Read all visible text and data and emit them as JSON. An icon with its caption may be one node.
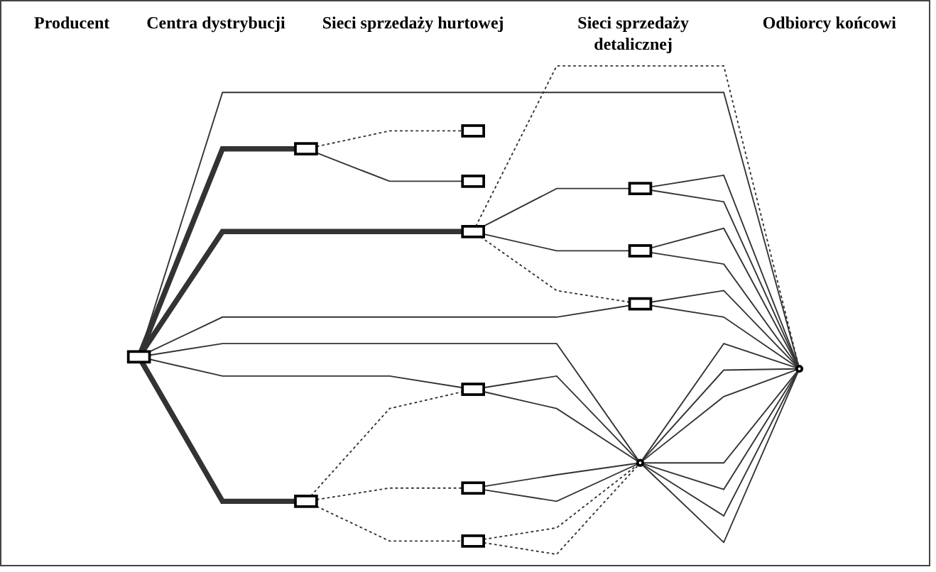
{
  "diagram": {
    "nodes": [
      {
        "text": [],
        "shape": "box"
      },
      {
        "text": [],
        "shape": "box"
      },
      {
        "text": [],
        "shape": "box"
      },
      {
        "text": [],
        "shape": "box"
      },
      {
        "text": [],
        "shape": "box"
      },
      {
        "text": [],
        "shape": "box"
      },
      {
        "text": [],
        "shape": "box"
      },
      {
        "text": [],
        "shape": "box"
      },
      {
        "text": [],
        "shape": "box"
      },
      {
        "text": [],
        "shape": "box"
      },
      {
        "text": [],
        "shape": "box"
      },
      {
        "text": [],
        "shape": "box"
      },
      {
        "text": [],
        "shape": "ellipse"
      },
      {
        "text": [],
        "shape": "ellipse"
      }
    ],
    "edges": [
      {
        "from": 0,
        "to": 1,
        "arrow": "none",
        "style": "thick"
      },
      {
        "from": 0,
        "to": 2,
        "arrow": "none",
        "style": "thick"
      },
      {
        "from": 0,
        "to": 3,
        "arrow": "none",
        "style": "thick"
      },
      {
        "from": 1,
        "to": 4,
        "arrow": "none"
      },
      {
        "from": 1,
        "to": 5,
        "arrow": "none"
      },
      {
        "from": 1,
        "to": 6,
        "arrow": "none",
        "style": "dashed"
      },
      {
        "from": 1,
        "to": 13,
        "arrow": "none",
        "style": "dashed"
      },
      {
        "from": 0,
        "to": 6,
        "arrow": "none"
      },
      {
        "from": 0,
        "to": 13,
        "arrow": "none"
      },
      {
        "from": 2,
        "to": 7,
        "arrow": "none",
        "style": "dashed"
      },
      {
        "from": 2,
        "to": 8,
        "arrow": "none"
      },
      {
        "from": 0,
        "to": 12,
        "arrow": "none"
      },
      {
        "from": 0,
        "to": 9,
        "arrow": "none"
      },
      {
        "from": 3,
        "to": 9,
        "arrow": "none",
        "style": "dashed"
      },
      {
        "from": 3,
        "to": 10,
        "arrow": "none",
        "style": "dashed"
      },
      {
        "from": 3,
        "to": 11,
        "arrow": "none",
        "style": "dashed"
      },
      {
        "from": 4,
        "to": 13,
        "arrow": "none"
      },
      {
        "from": 4,
        "to": 13,
        "arrow": "none"
      },
      {
        "from": 5,
        "to": 13,
        "arrow": "none"
      },
      {
        "from": 5,
        "to": 13,
        "arrow": "none"
      },
      {
        "from": 6,
        "to": 13,
        "arrow": "none"
      },
      {
        "from": 6,
        "to": 13,
        "arrow": "none"
      },
      {
        "from": 9,
        "to": 12,
        "arrow": "none"
      },
      {
        "from": 9,
        "to": 12,
        "arrow": "none"
      },
      {
        "from": 10,
        "to": 12,
        "arrow": "none"
      },
      {
        "from": 10,
        "to": 12,
        "arrow": "none"
      },
      {
        "from": 11,
        "to": 12,
        "arrow": "none",
        "style": "dashed"
      },
      {
        "from": 11,
        "to": 12,
        "arrow": "none",
        "style": "dashed"
      },
      {
        "from": 12,
        "to": 13,
        "arrow": "none"
      },
      {
        "from": 12,
        "to": 13,
        "arrow": "none"
      },
      {
        "from": 12,
        "to": 13,
        "arrow": "none"
      },
      {
        "from": 12,
        "to": 13,
        "arrow": "none"
      },
      {
        "from": 12,
        "to": 13,
        "arrow": "none"
      },
      {
        "from": 12,
        "to": 13,
        "arrow": "none"
      },
      {
        "from": 12,
        "to": 13,
        "arrow": "none"
      }
    ],
    "labels": [
      "Producent",
      "Centra dystrybucji",
      "Sieci sprzedaży hurtowej",
      "Sieci sprzedaży detalicznej",
      "Odbiorcy końcowi"
    ]
  }
}
